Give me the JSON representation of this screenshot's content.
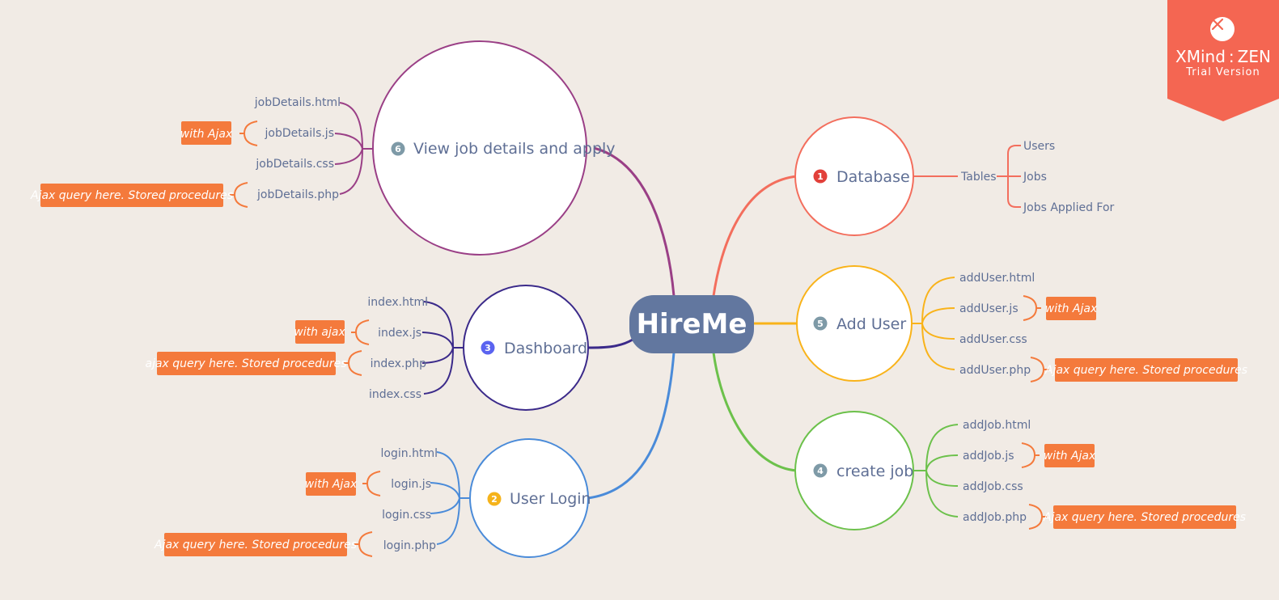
{
  "central": {
    "label": "HireMe"
  },
  "colors": {
    "database": "#f36e5d",
    "user_login": "#4a8bd9",
    "dashboard": "#3b2a8a",
    "create_job": "#6cc14b",
    "add_user": "#f9b31a",
    "view_job": "#9a3f86",
    "note_bg": "#f47a3c",
    "central_bg": "#62779f"
  },
  "topics": {
    "database": {
      "num": "1",
      "label": "Database",
      "tables_label": "Tables",
      "items": [
        "Users",
        "Jobs",
        "Jobs Applied For"
      ]
    },
    "user_login": {
      "num": "2",
      "label": "User Login",
      "files": [
        "login.html",
        "login.js",
        "login.css",
        "login.php"
      ],
      "notes": [
        "with Ajax",
        "Ajax query here. Stored procedures"
      ]
    },
    "dashboard": {
      "num": "3",
      "label": "Dashboard",
      "files": [
        "index.html",
        "index.js",
        "index.php",
        "index.css"
      ],
      "notes": [
        "with ajax",
        "ajax query here. Stored procedures"
      ]
    },
    "create_job": {
      "num": "4",
      "label": "create job",
      "files": [
        "addJob.html",
        "addJob.js",
        "addJob.css",
        "addJob.php"
      ],
      "notes": [
        "with Ajax",
        "Ajax query here. Stored procedures"
      ]
    },
    "add_user": {
      "num": "5",
      "label": "Add User",
      "files": [
        "addUser.html",
        "addUser.js",
        "addUser.css",
        "addUser.php"
      ],
      "notes": [
        "with Ajax",
        "Ajax query here. Stored procedures"
      ]
    },
    "view_job": {
      "num": "6",
      "label": "View job details and apply",
      "files": [
        "jobDetails.html",
        "jobDetails.js",
        "jobDetails.css",
        "jobDetails.php"
      ],
      "notes": [
        "with Ajax",
        "Ajax query here. Stored procedures"
      ]
    }
  },
  "watermark": {
    "brand": "XMind : ZEN",
    "edition": "Trial Version",
    "icon": "close-icon"
  }
}
